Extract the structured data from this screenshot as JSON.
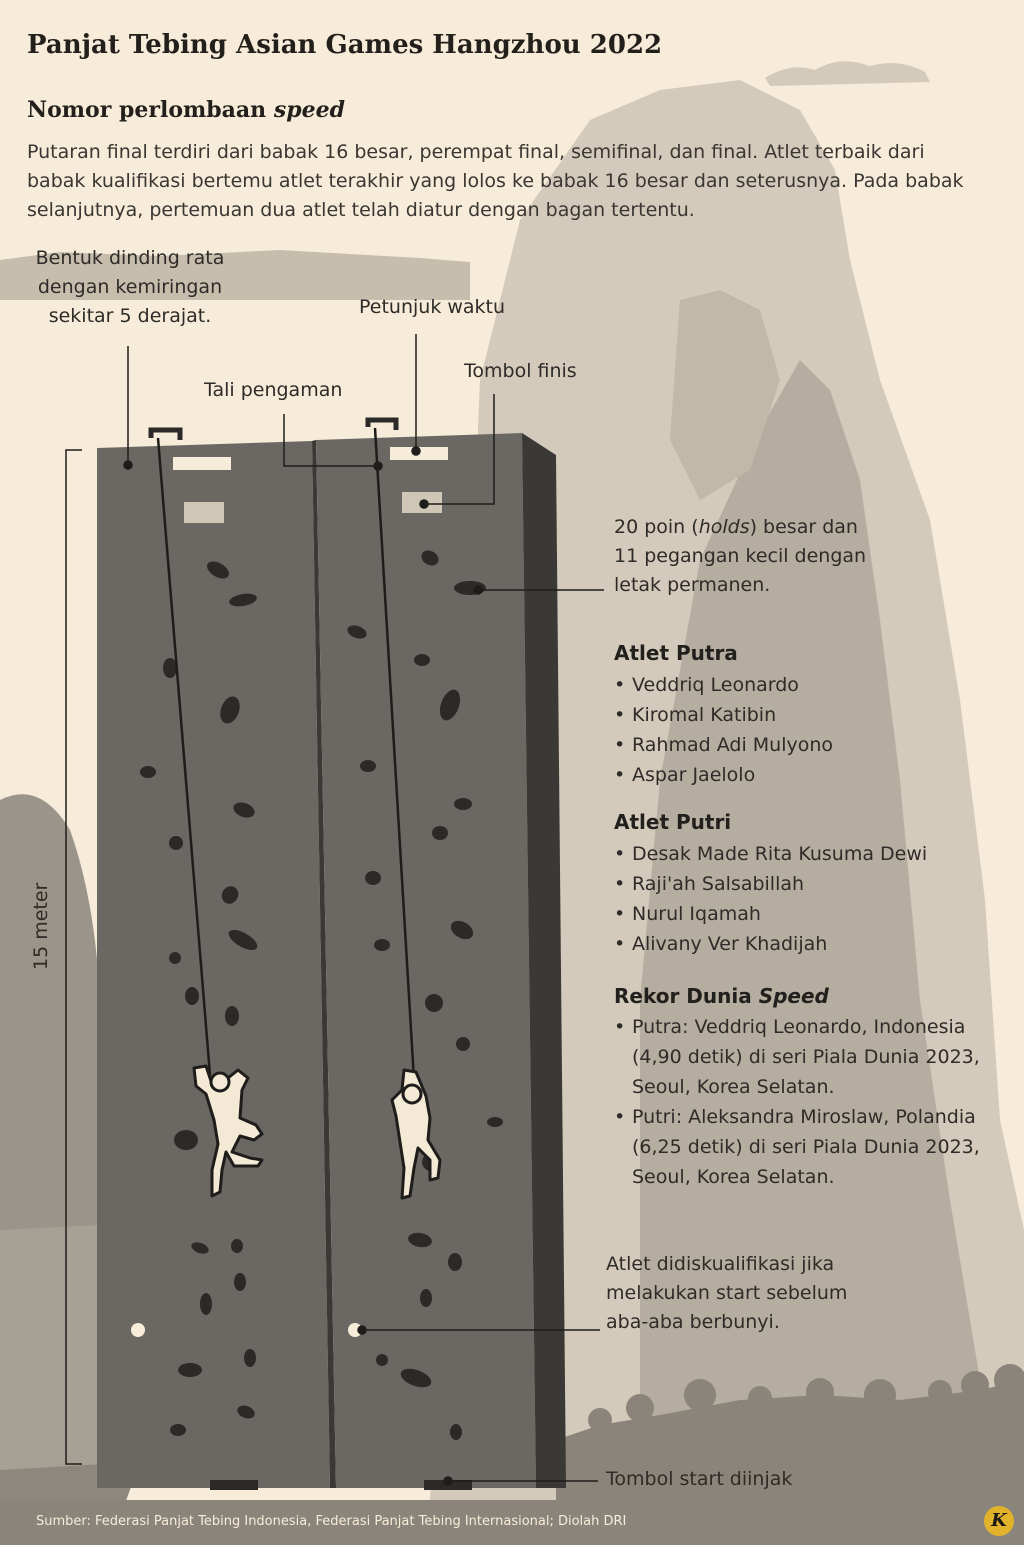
{
  "header": {
    "title": "Panjat Tebing Asian Games Hangzhou 2022",
    "subtitle_prefix": "Nomor perlombaan ",
    "subtitle_emphasis": "speed",
    "intro": "Putaran final terdiri dari babak 16 besar, perempat final, semifinal, dan final. Atlet terbaik dari babak kualifikasi bertemu atlet terakhir yang lolos ke babak 16 besar dan seterusnya. Pada babak selanjutnya, pertemuan dua atlet telah diatur dengan bagan tertentu."
  },
  "callouts": {
    "wall_shape": [
      "Bentuk dinding rata",
      "dengan kemiringan",
      "sekitar 5 derajat."
    ],
    "timer": "Petunjuk waktu",
    "safety_rope": "Tali pengaman",
    "finish_button": "Tombol finis",
    "holds": [
      "20 poin (holds) besar dan",
      "11 pegangan kecil dengan",
      "letak permanen."
    ],
    "holds_italic": "holds",
    "false_start": [
      "Atlet didiskualifikasi jika",
      "melakukan start sebelum",
      "aba-aba berbunyi."
    ],
    "start_button": "Tombol start diinjak",
    "height": "15 meter"
  },
  "athletes_men": {
    "heading": "Atlet Putra",
    "names": [
      "Veddriq Leonardo",
      "Kiromal Katibin",
      "Rahmad Adi Mulyono",
      "Aspar Jaelolo"
    ]
  },
  "athletes_women": {
    "heading": "Atlet Putri",
    "names": [
      "Desak Made Rita Kusuma Dewi",
      "Raji'ah Salsabillah",
      "Nurul Iqamah",
      "Alivany Ver Khadijah"
    ]
  },
  "world_record": {
    "heading_prefix": "Rekor Dunia ",
    "heading_emphasis": "Speed",
    "items": [
      "Putra: Veddriq Leonardo, Indonesia (4,90 detik) di seri Piala Dunia 2023, Seoul, Korea Selatan.",
      "Putri: Aleksandra Miroslaw, Polandia (6,25 detik) di seri Piala Dunia 2023, Seoul, Korea Selatan."
    ]
  },
  "footer": {
    "source": "Sumber: Federasi Panjat Tebing Indonesia, Federasi Panjat Tebing Internasional; Diolah DRI",
    "logo_letter": "K"
  },
  "colors": {
    "background": "#f6ecd9",
    "rock_light": "#cfc6b6",
    "rock_mid": "#a8a196",
    "rock_dark": "#8c857b",
    "wall_face": "#6b6864",
    "wall_side": "#3b3936",
    "hold": "#2b2a28",
    "accent_logo": "#e2b22b"
  }
}
